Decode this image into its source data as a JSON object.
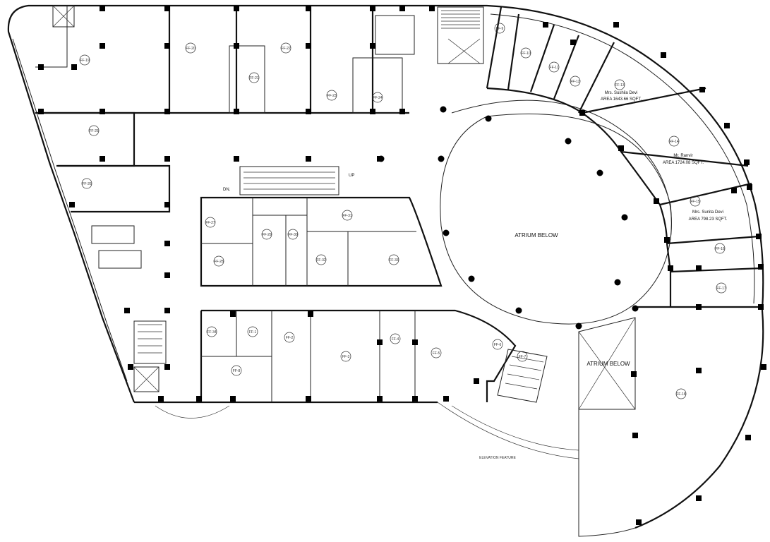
{
  "plan": {
    "atrium_main": "ATRIUM BELOW",
    "atrium_second": "ATRIUM BELOW",
    "elevation_feature": "ELEVATION FEATURE",
    "escalator_up": "UP",
    "escalator_down": "DN.",
    "tenants": [
      {
        "name": "Mrs. Sushila Devi",
        "area": "AREA 1643.66 SQFT."
      },
      {
        "name": "Mr. Ranvir",
        "area": "AREA 1724.08 SQFT."
      },
      {
        "name": "Mrs. Sunita Devi",
        "area": "AREA 798.23 SQFT."
      }
    ],
    "units": [
      "FF-19",
      "FF-20",
      "FF-21",
      "FF-22",
      "FF-23",
      "FF-24",
      "FF-25",
      "FF-26",
      "FF-27",
      "FF-28",
      "FF-29",
      "FF-30",
      "FF-31",
      "FF-32",
      "FF-33",
      "FF-34",
      "FF-1",
      "FF-2",
      "FF-3",
      "FF-4",
      "FF-5",
      "FF-6",
      "FF-7",
      "FF-8",
      "FF-9",
      "FF-10",
      "FF-11",
      "FF-12",
      "FF-13",
      "FF-14",
      "FF-15",
      "FF-16",
      "FF-17",
      "FF-18"
    ]
  }
}
